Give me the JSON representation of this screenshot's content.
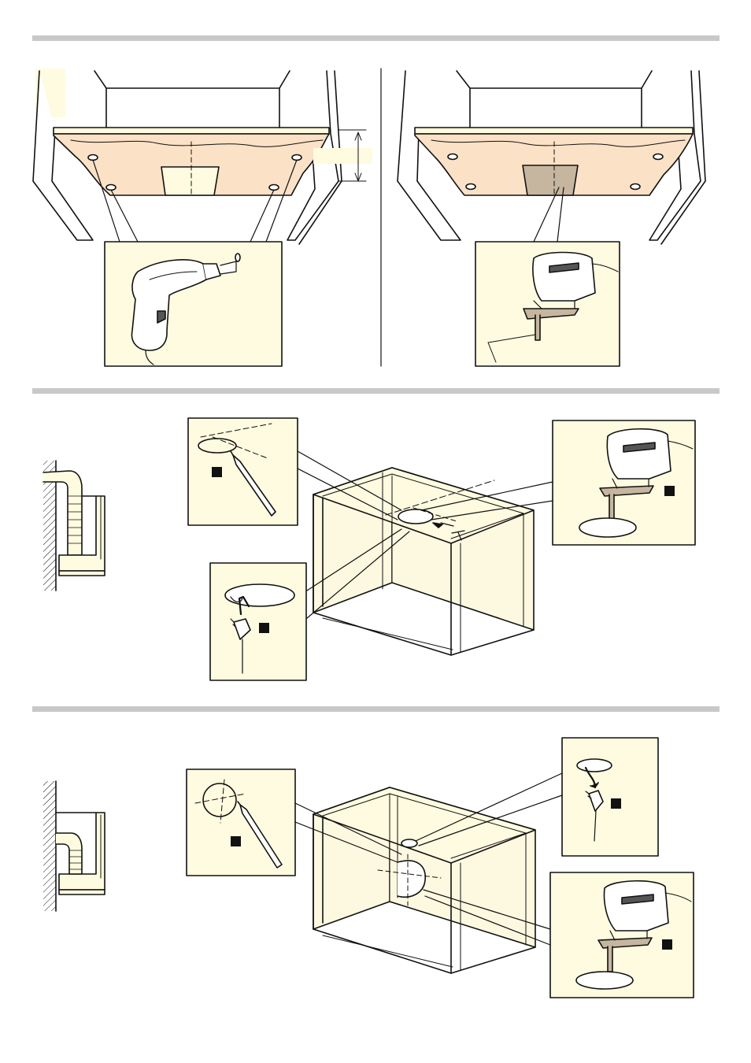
{
  "colors": {
    "panel_fill": "#fefbe0",
    "cabinet_fill": "#fdf9e0",
    "board_fill": "#fbe1c6",
    "cutout_fill": "#c6b6a0",
    "separator": "#c8c8c8",
    "marker": "#111111",
    "line": "#111111"
  },
  "sections": [
    {
      "name": "section-1",
      "description_icons": [
        "drill-icon",
        "jigsaw-icon"
      ]
    },
    {
      "name": "section-2",
      "description_icons": [
        "pencil-icon",
        "power-plug-icon",
        "jigsaw-icon"
      ]
    },
    {
      "name": "section-3",
      "description_icons": [
        "pencil-icon",
        "power-plug-icon",
        "jigsaw-icon"
      ]
    }
  ],
  "markers": {
    "section2_pencil": "",
    "section2_cable": "",
    "section2_jigsaw": "",
    "section3_pencil": "",
    "section3_cable": "",
    "section3_jigsaw": ""
  }
}
